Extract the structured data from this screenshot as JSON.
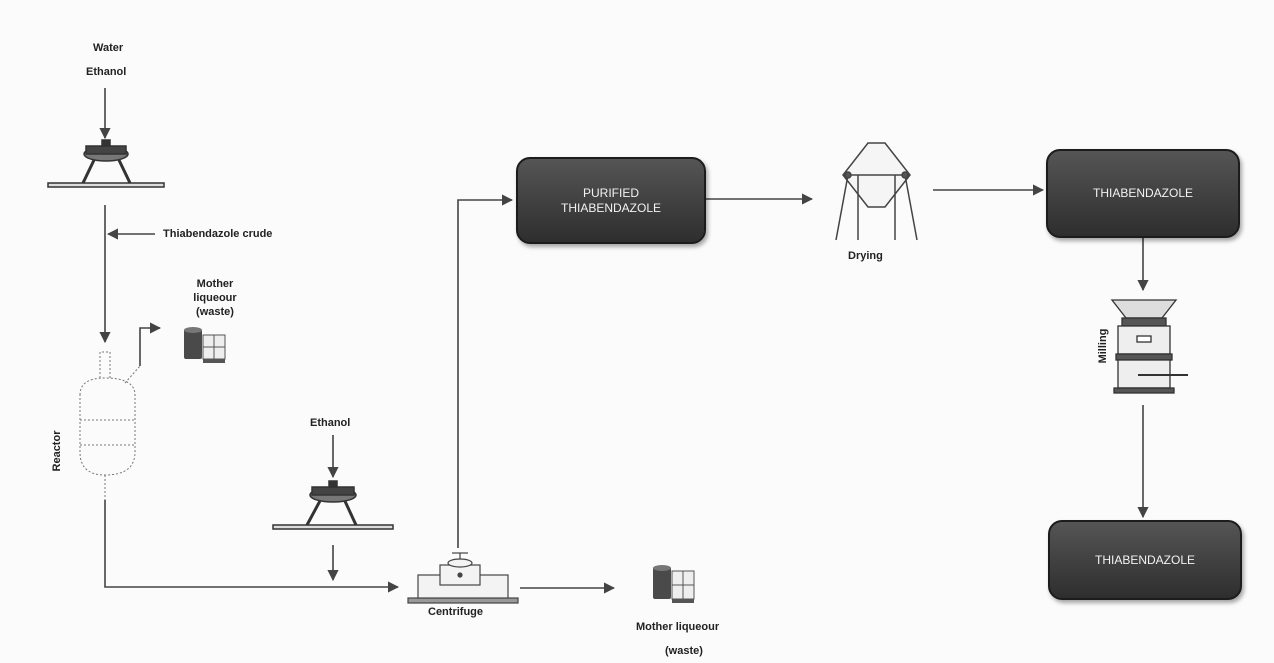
{
  "inputs": {
    "water": "Water",
    "ethanol_top": "Ethanol",
    "thiabendazole_crude": "Thiabendazole crude",
    "ethanol_mid": "Ethanol"
  },
  "waste": {
    "mother_liquor_1": [
      "Mother",
      "liqueour",
      "(waste)"
    ],
    "mother_liquor_2_line1": "Mother liqueour",
    "mother_liquor_2_line2": "(waste)"
  },
  "equipment": {
    "reactor": "Reactor",
    "centrifuge": "Centrifuge",
    "drying": "Drying",
    "milling": "Milling"
  },
  "boxes": {
    "purified": [
      "PURIFIED",
      "THIABENDAZOLE"
    ],
    "thiabendazole_1": "THIABENDAZOLE",
    "thiabendazole_2": "THIABENDAZOLE"
  },
  "colors": {
    "box_fill": "#3d3d3d",
    "line": "#444444",
    "background": "#fbfbfb"
  }
}
